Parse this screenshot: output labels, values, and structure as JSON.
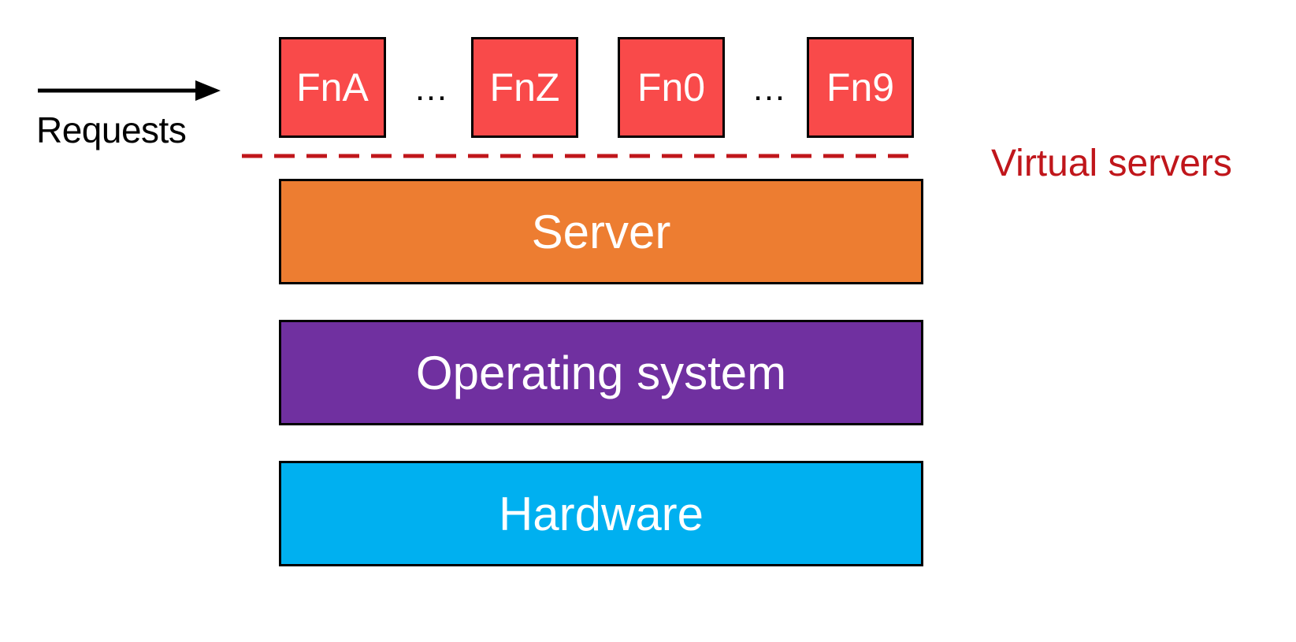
{
  "requests_label": "Requests",
  "functions": [
    {
      "label": "FnA"
    },
    {
      "label": "FnZ"
    },
    {
      "label": "Fn0"
    },
    {
      "label": "Fn9"
    }
  ],
  "ellipsis": "…",
  "virtual_servers_label": "Virtual servers",
  "layers": [
    {
      "label": "Server"
    },
    {
      "label": "Operating system"
    },
    {
      "label": "Hardware"
    }
  ],
  "colors": {
    "function_fill": "#f94a4a",
    "divider": "#c0161b",
    "virtual_label": "#c0161b",
    "server": "#ed7d31",
    "operating_system": "#7030a0",
    "hardware": "#00b0f0"
  }
}
